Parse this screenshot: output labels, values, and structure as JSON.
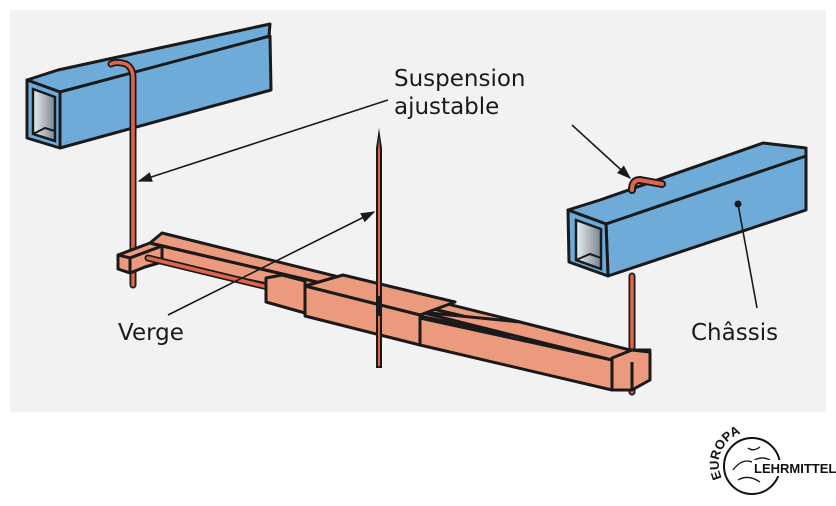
{
  "diagram": {
    "labels": {
      "suspension_line1": "Suspension",
      "suspension_line2": "ajustable",
      "verge": "Verge",
      "chassis": "Châssis"
    },
    "logo": {
      "top_text": "EUROPA",
      "right_text": "LEHRMITTEL"
    },
    "colors": {
      "background_panel": "#f2f2f2",
      "chassis_blue": "#6eabd9",
      "rod_copper": "#e0654a",
      "bar_salmon": "#eb9a7d",
      "outline": "#1a1a1a"
    }
  }
}
